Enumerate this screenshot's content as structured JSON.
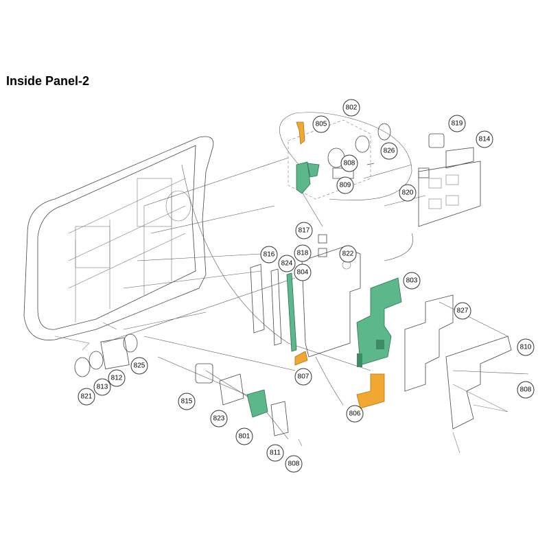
{
  "title": "Inside Panel-2",
  "colors": {
    "board": "#5cb88a",
    "flex_cable": "#f0a830",
    "line": "#444444"
  },
  "callouts": {
    "c802": "802",
    "c805": "805",
    "c826": "826",
    "c808a": "808",
    "c809": "809",
    "c819": "819",
    "c814": "814",
    "c820": "820",
    "c817": "817",
    "c818": "818",
    "c822": "822",
    "c816": "816",
    "c824": "824",
    "c804": "804",
    "c803": "803",
    "c827": "827",
    "c810": "810",
    "c808b": "808",
    "c825": "825",
    "c807": "807",
    "c812": "812",
    "c813": "813",
    "c821": "821",
    "c815": "815",
    "c806": "806",
    "c823": "823",
    "c801": "801",
    "c811": "811",
    "c808c": "808"
  }
}
